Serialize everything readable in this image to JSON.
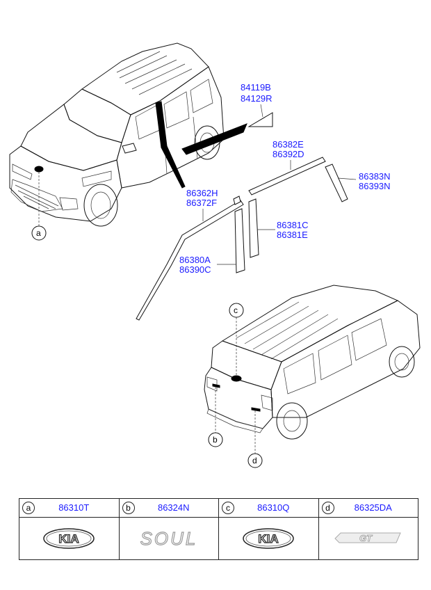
{
  "callouts": {
    "pn_84119B": "84119B",
    "pn_84129R": "84129R",
    "pn_86382E": "86382E",
    "pn_86392D": "86392D",
    "pn_86383N": "86383N",
    "pn_86393N": "86393N",
    "pn_86362H": "86362H",
    "pn_86372F": "86372F",
    "pn_86381C": "86381C",
    "pn_86381E": "86381E",
    "pn_86380A": "86380A",
    "pn_86390C": "86390C"
  },
  "refs": {
    "a": "a",
    "b": "b",
    "c": "c",
    "d": "d"
  },
  "legend": [
    {
      "letter": "a",
      "part_no": "86310T",
      "emblem": "kia-logo-icon",
      "emblem_text": "KIA"
    },
    {
      "letter": "b",
      "part_no": "86324N",
      "emblem": "soul-lettering-icon",
      "emblem_text": "SOUL"
    },
    {
      "letter": "c",
      "part_no": "86310Q",
      "emblem": "kia-logo-icon",
      "emblem_text": "KIA"
    },
    {
      "letter": "d",
      "part_no": "86325DA",
      "emblem": "gt-line-badge-icon",
      "emblem_text": "GT"
    }
  ],
  "colors": {
    "part_number": "#1a1aff",
    "line": "#111111"
  }
}
